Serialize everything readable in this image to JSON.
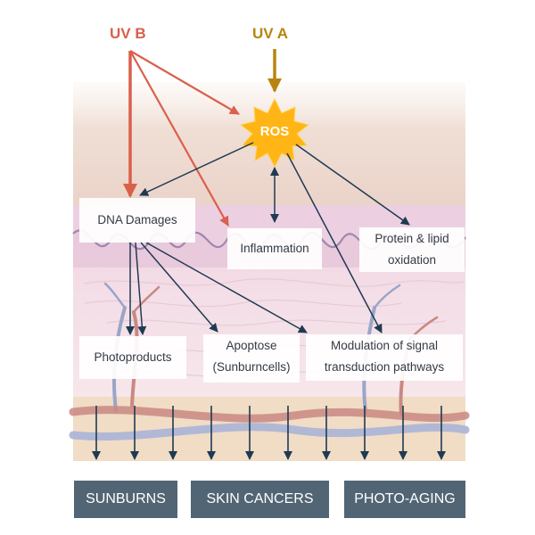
{
  "sources": {
    "uvb": "UV B",
    "uva": "UV A",
    "ros": "ROS"
  },
  "effects": {
    "dna_damages": "DNA Damages",
    "inflammation": "Inflammation",
    "protein_lipid_1": "Protein & lipid",
    "protein_lipid_2": "oxidation",
    "photoproducts": "Photoproducts",
    "apoptose_1": "Apoptose",
    "apoptose_2": "(Sunburncells)",
    "modulation_1": "Modulation of signal",
    "modulation_2": "transduction pathways"
  },
  "outcomes": {
    "sunburns": "SUNBURNS",
    "skin_cancers": "SKIN CANCERS",
    "photo_aging": "PHOTO-AGING"
  },
  "colors": {
    "uvb": "#d9604c",
    "uva": "#b7850f",
    "ros": "#ffb515",
    "arrow": "#1f3a52",
    "outcome_box": "#526574"
  }
}
